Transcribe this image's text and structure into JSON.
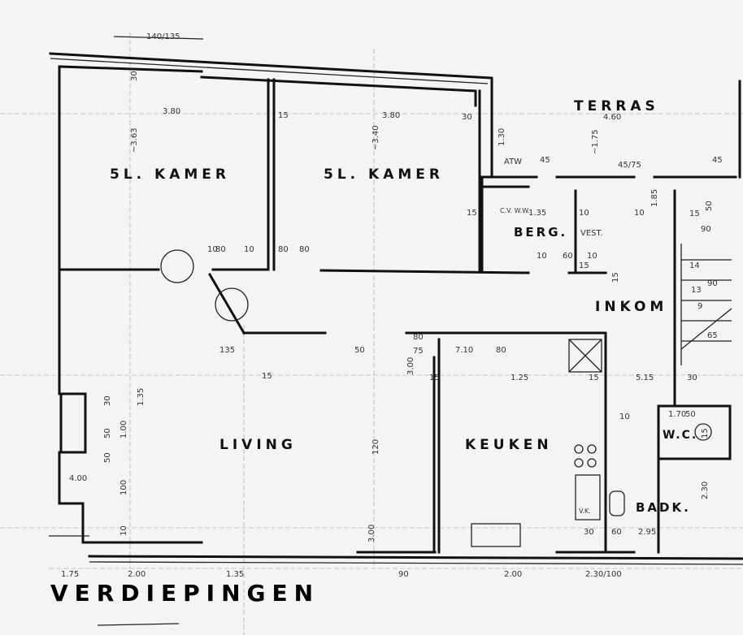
{
  "drawing_title": "VERDIEPINGEN",
  "rooms": {
    "bedroom_1": "5L. KAMER",
    "bedroom_2": "5L. KAMER",
    "terrace": "TERRAS",
    "storage": "BERG.",
    "vestibule": "VEST.",
    "entrance": "INKOM",
    "living": "LIVING",
    "kitchen": "KEUKEN",
    "wc": "W.C.",
    "bathroom": "BADK."
  },
  "fixture_labels": {
    "boiler": "C.V. W.W.",
    "sink": "V.K."
  },
  "dimensions": [
    "140/135",
    "30",
    "3.80",
    "~3.63",
    "15",
    "3.80",
    "~3.40",
    "30",
    "4.60",
    "~1.75",
    "1.30",
    "ATW",
    "45",
    "45/75",
    "45",
    "10",
    "15",
    "1.35",
    "10",
    "1.85",
    "15",
    "50",
    "90",
    "10",
    "80",
    "10",
    "80",
    "80",
    "10",
    "60",
    "10",
    "15",
    "15",
    "14",
    "13",
    "90",
    "9",
    "65",
    "135",
    "50",
    "75",
    "80",
    "7.10",
    "80",
    "15",
    "3.00",
    "15",
    "1.25",
    "15",
    "5.15",
    "30",
    "1.35",
    "30",
    "50",
    "1.00",
    "50",
    "4.00",
    "100",
    "10",
    "120",
    "10",
    "1.70",
    "50",
    "15",
    "2.30",
    "30",
    "60",
    "2.95",
    "3.00",
    "1.75",
    "2.00",
    "1.35",
    "90",
    "2.00",
    "2.30/100"
  ]
}
